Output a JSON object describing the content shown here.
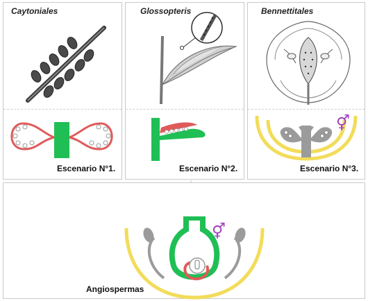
{
  "panels": [
    {
      "title": "Caytoniales",
      "scenario": "Escenario N°1."
    },
    {
      "title": "Glossopteris",
      "scenario": "Escenario N°2."
    },
    {
      "title": "Bennettitales",
      "scenario": "Escenario N°3."
    }
  ],
  "bottom": {
    "label": "Angiospermas"
  },
  "colors": {
    "green": "#1fbf55",
    "red": "#e05a5a",
    "yellow": "#f2dc5a",
    "gray": "#9b9b9b",
    "purple": "#a03fc0"
  },
  "icons": {
    "bisexual_symbol": "⚥"
  }
}
